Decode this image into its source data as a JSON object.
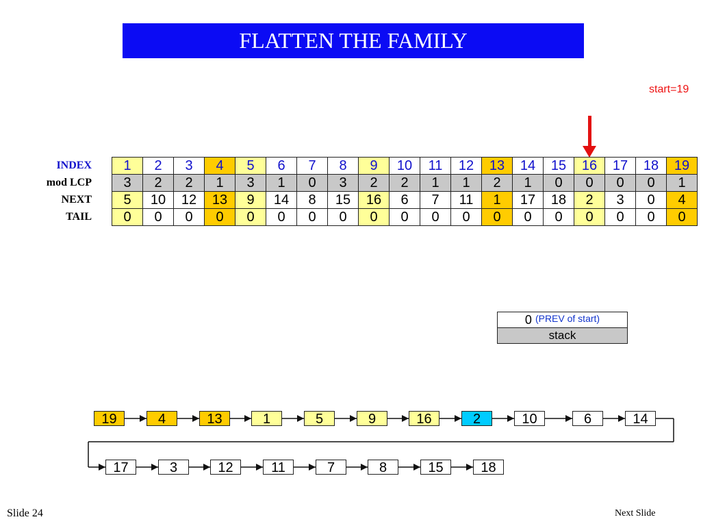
{
  "title": "FLATTEN THE FAMILY",
  "start_label": "start=19",
  "colors": {
    "title_bg": "#0b0bf4",
    "start_text": "#ee1111",
    "index_text": "#1111cc",
    "gray": "#c8c8c8",
    "light_yellow": "#ffff99",
    "orange": "#ffcc00",
    "cyan": "#00ccff",
    "white": "#ffffff"
  },
  "row_labels": {
    "index": "INDEX",
    "lcp": "mod LCP",
    "next": "NEXT",
    "tail": "TAIL"
  },
  "grid": {
    "index": [
      "1",
      "2",
      "3",
      "4",
      "5",
      "6",
      "7",
      "8",
      "9",
      "10",
      "11",
      "12",
      "13",
      "14",
      "15",
      "16",
      "17",
      "18",
      "19"
    ],
    "lcp": [
      "3",
      "2",
      "2",
      "1",
      "3",
      "1",
      "0",
      "3",
      "2",
      "2",
      "1",
      "1",
      "2",
      "1",
      "0",
      "0",
      "0",
      "0",
      "1"
    ],
    "next": [
      "5",
      "10",
      "12",
      "13",
      "9",
      "14",
      "8",
      "15",
      "16",
      "6",
      "7",
      "11",
      "1",
      "17",
      "18",
      "2",
      "3",
      "0",
      "4"
    ],
    "tail": [
      "0",
      "0",
      "0",
      "0",
      "0",
      "0",
      "0",
      "0",
      "0",
      "0",
      "0",
      "0",
      "0",
      "0",
      "0",
      "0",
      "0",
      "0",
      "0"
    ],
    "column_highlight": [
      "light_yellow",
      "white",
      "white",
      "orange",
      "light_yellow",
      "white",
      "white",
      "white",
      "light_yellow",
      "white",
      "white",
      "white",
      "orange",
      "white",
      "white",
      "light_yellow",
      "white",
      "white",
      "orange"
    ]
  },
  "pointer_column": "16",
  "stack": {
    "value": "0",
    "note": "(PREV of start)",
    "label": "stack"
  },
  "chain_row1": [
    {
      "value": "19",
      "color": "orange"
    },
    {
      "value": "4",
      "color": "orange"
    },
    {
      "value": "13",
      "color": "orange"
    },
    {
      "value": "1",
      "color": "light_yellow"
    },
    {
      "value": "5",
      "color": "light_yellow"
    },
    {
      "value": "9",
      "color": "light_yellow"
    },
    {
      "value": "16",
      "color": "light_yellow"
    },
    {
      "value": "2",
      "color": "cyan"
    },
    {
      "value": "10",
      "color": "white"
    },
    {
      "value": "6",
      "color": "white"
    },
    {
      "value": "14",
      "color": "white"
    }
  ],
  "chain_row2": [
    {
      "value": "17",
      "color": "white"
    },
    {
      "value": "3",
      "color": "white"
    },
    {
      "value": "12",
      "color": "white"
    },
    {
      "value": "11",
      "color": "white"
    },
    {
      "value": "7",
      "color": "white"
    },
    {
      "value": "8",
      "color": "white"
    },
    {
      "value": "15",
      "color": "white"
    },
    {
      "value": "18",
      "color": "white"
    }
  ],
  "footer": {
    "slide_number": "Slide 24",
    "next_slide": "Next Slide"
  }
}
